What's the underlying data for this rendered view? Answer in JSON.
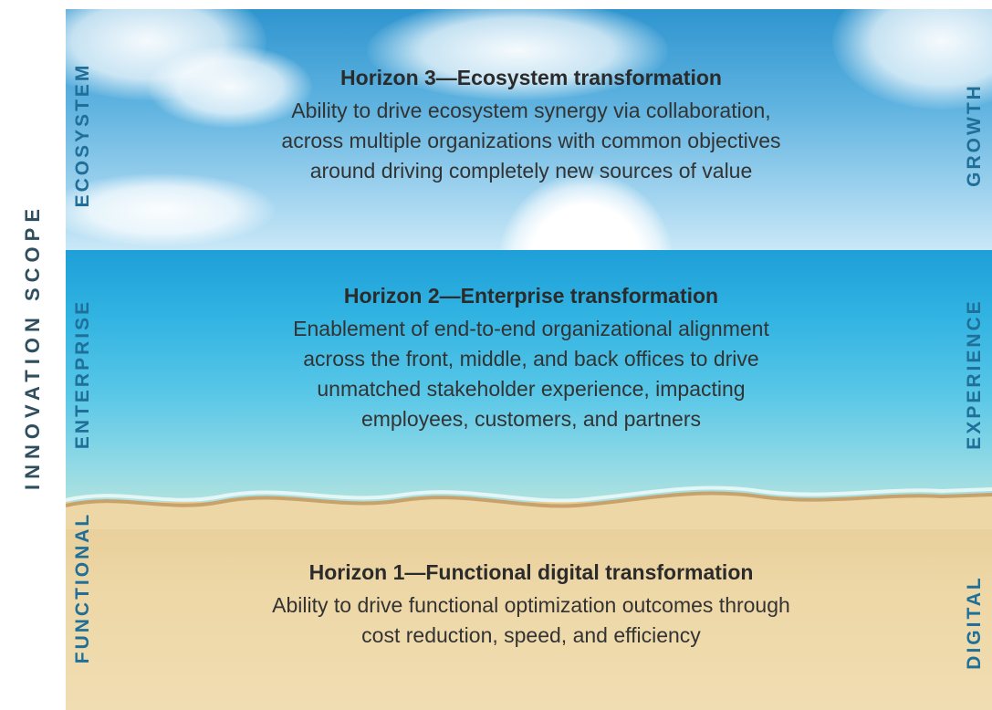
{
  "outer_axis_label": "INNOVATION SCOPE",
  "left_labels": [
    "ECOSYSTEM",
    "ENTERPRISE",
    "FUNCTIONAL"
  ],
  "right_labels": [
    "GROWTH",
    "EXPERIENCE",
    "DIGITAL"
  ],
  "horizons": [
    {
      "title": "Horizon 3—Ecosystem transformation",
      "lines": [
        "Ability to drive ecosystem synergy via collaboration,",
        "across multiple organizations with common objectives",
        "around driving completely new sources of value"
      ]
    },
    {
      "title": "Horizon 2—Enterprise transformation",
      "lines": [
        "Enablement of end-to-end organizational alignment",
        "across the front, middle, and back offices to drive",
        "unmatched stakeholder experience, impacting",
        "employees, customers, and partners"
      ]
    },
    {
      "title": "Horizon 1—Functional digital transformation",
      "lines": [
        "Ability to drive functional optimization outcomes through",
        "cost reduction, speed, and efficiency"
      ]
    }
  ],
  "colors": {
    "sky": "#4aa8dc",
    "sea": "#31b3e2",
    "sand": "#edd7a6",
    "side_label": "#1f6f99",
    "outer_label": "#2f4f5f"
  }
}
